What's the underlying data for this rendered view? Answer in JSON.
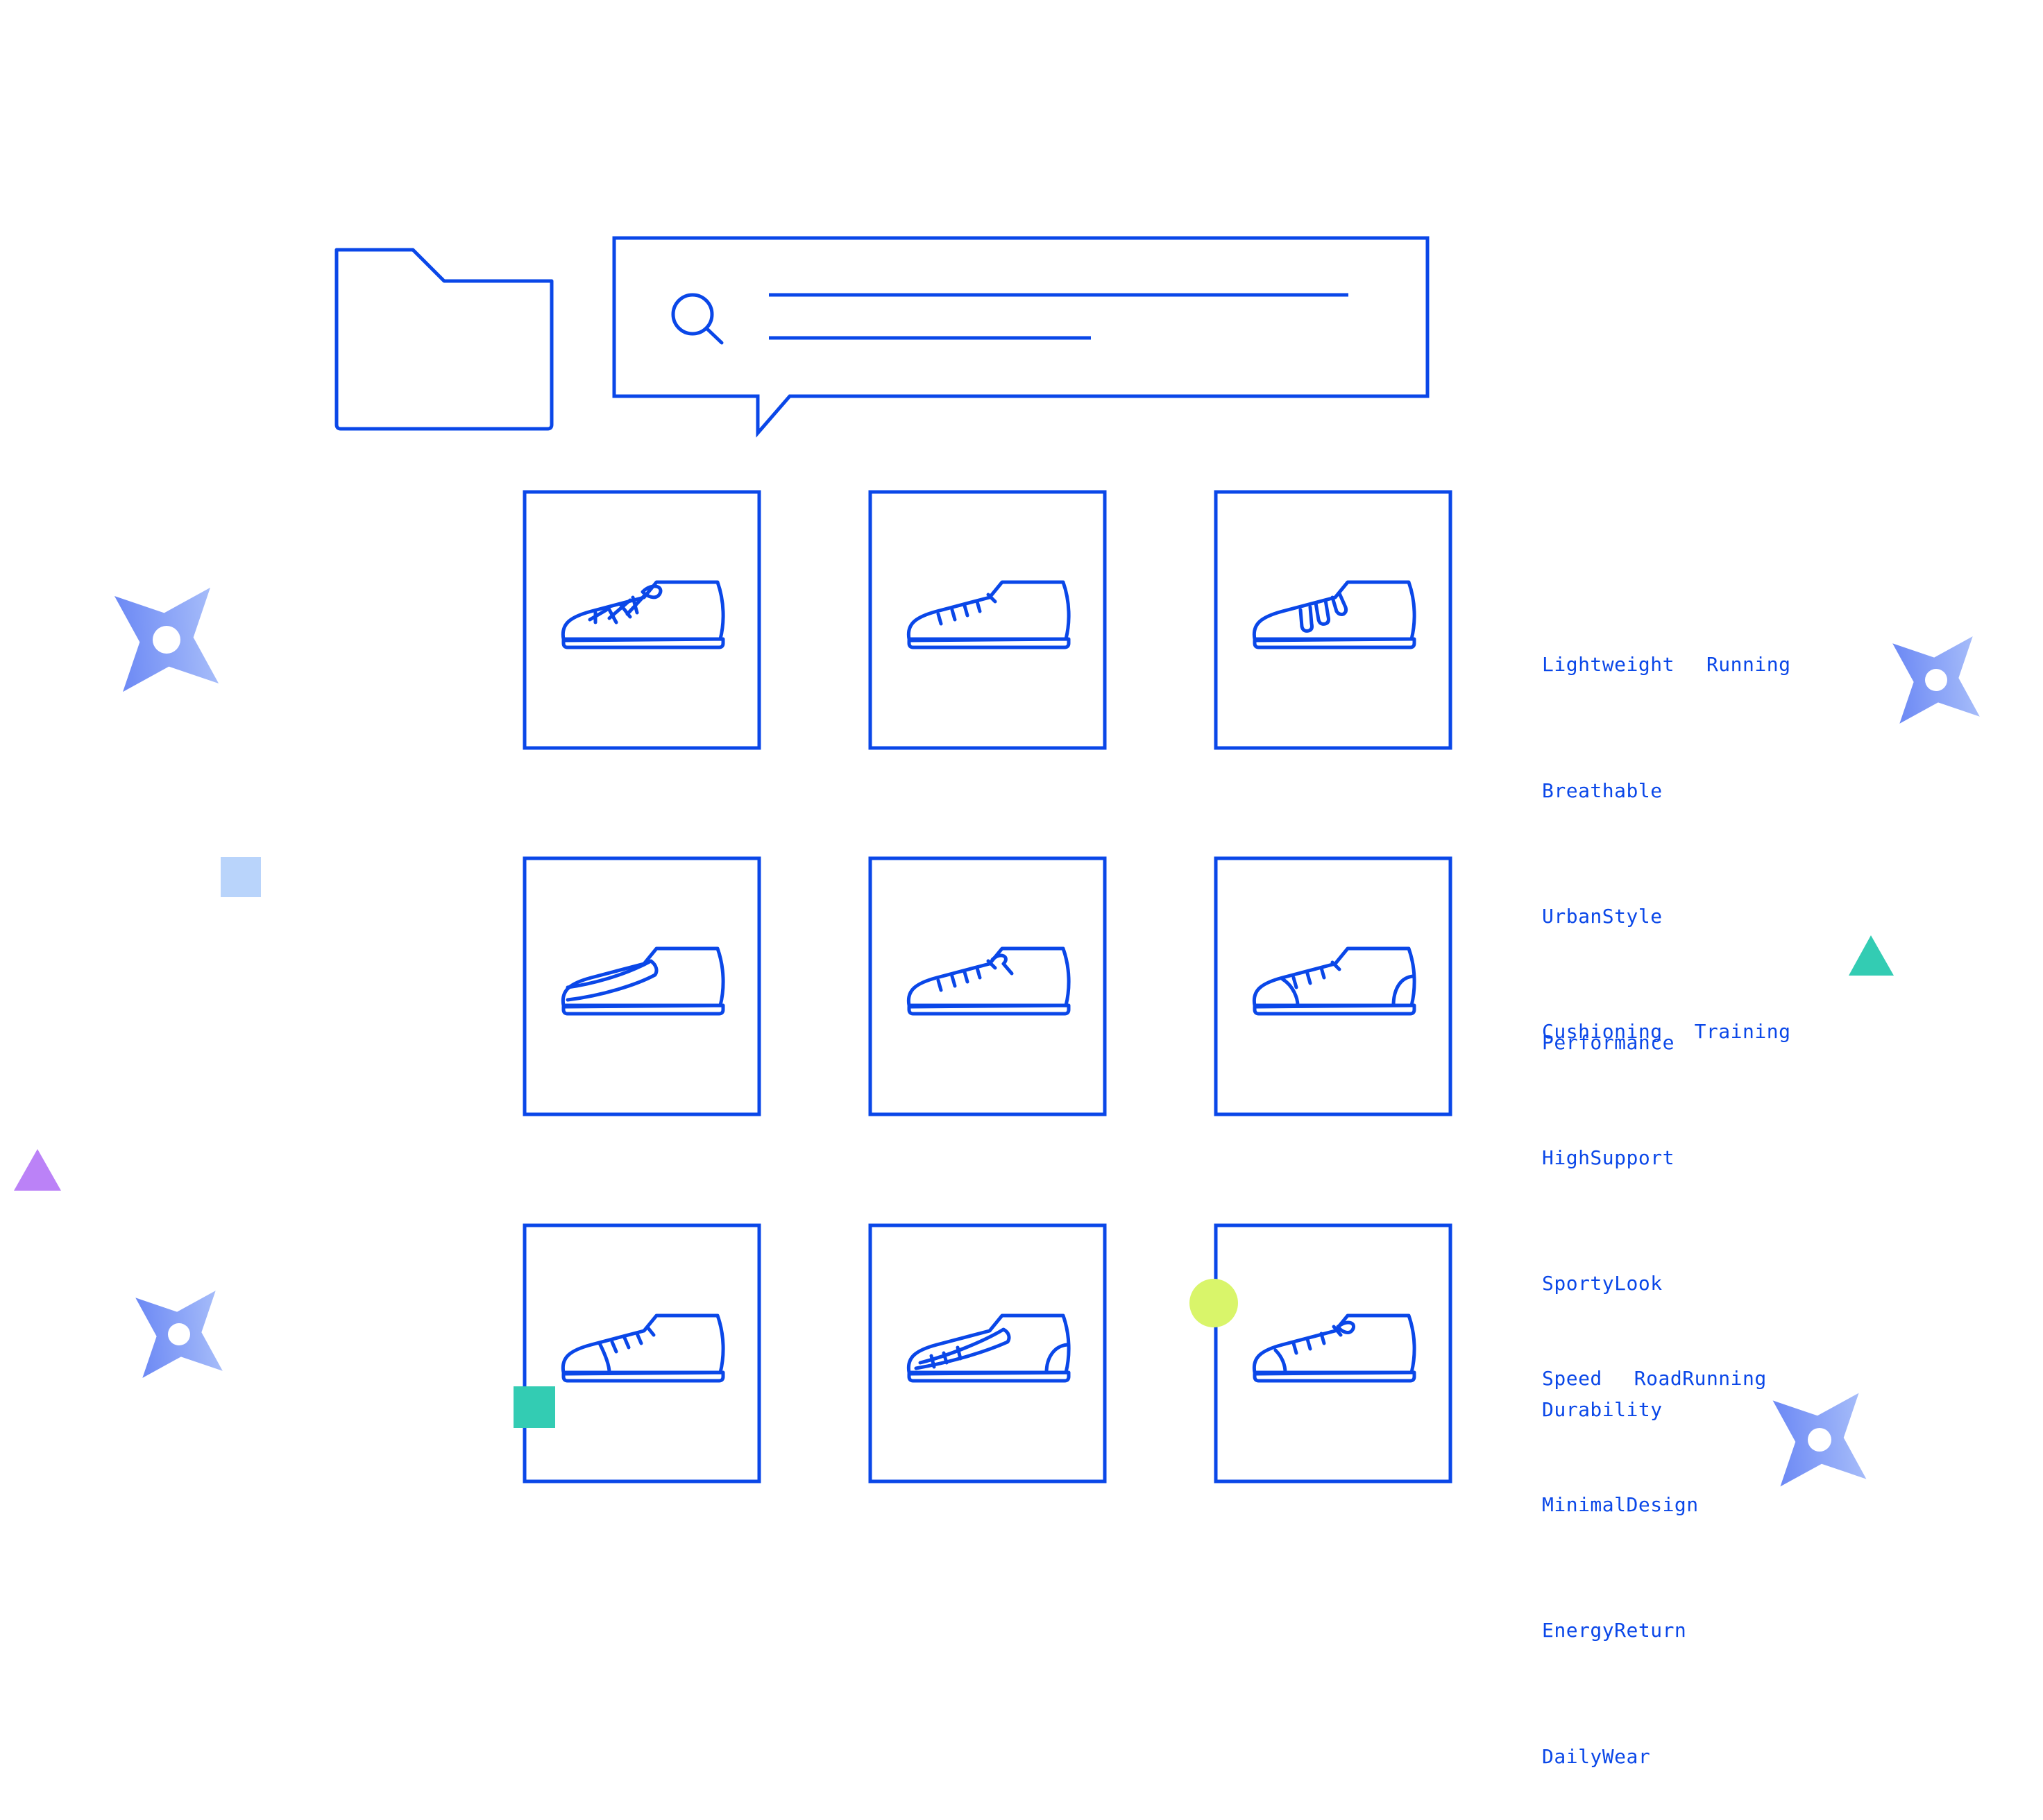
{
  "colors": {
    "line": "#0a47e8",
    "accent_gradient_start": "#5b7df5",
    "accent_gradient_end": "#b8cdfb",
    "light_square": "#b9d4fb",
    "teal": "#33ccb3",
    "lime": "#d9f56a",
    "purple": "#bb82f7"
  },
  "icons": {
    "folder": "folder-icon",
    "search": "search-icon",
    "shoe": "sneaker-icon",
    "shuriken": "shuriken-star-icon"
  },
  "shoe_tiles": [
    {
      "row": 1,
      "col": 1,
      "variant": "criss-cross laces"
    },
    {
      "row": 1,
      "col": 2,
      "variant": "straight laces"
    },
    {
      "row": 1,
      "col": 3,
      "variant": "strap closure"
    },
    {
      "row": 2,
      "col": 1,
      "variant": "slip-on"
    },
    {
      "row": 2,
      "col": 2,
      "variant": "laces with bow"
    },
    {
      "row": 2,
      "col": 3,
      "variant": "panelled toe and heel"
    },
    {
      "row": 3,
      "col": 1,
      "variant": "toe cap"
    },
    {
      "row": 3,
      "col": 2,
      "variant": "slip-on with heel panel"
    },
    {
      "row": 3,
      "col": 3,
      "variant": "toe cap with bow"
    }
  ],
  "tag_groups": [
    {
      "first_line": [
        "Lightweight",
        "Running"
      ],
      "lines": [
        "Breathable",
        "UrbanStyle",
        "Performance"
      ]
    },
    {
      "first_line": [
        "Cushioning",
        "Training"
      ],
      "lines": [
        "HighSupport",
        "SportyLook",
        "Durability"
      ]
    },
    {
      "first_line": [
        "Speed",
        "RoadRunning"
      ],
      "lines": [
        "MinimalDesign",
        "EnergyReturn",
        "DailyWear"
      ]
    }
  ]
}
